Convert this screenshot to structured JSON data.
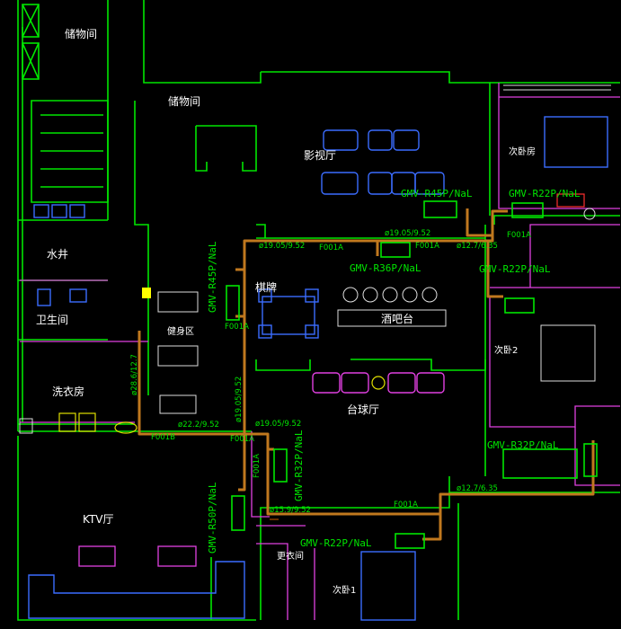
{
  "rooms": {
    "storage1": "储物间",
    "storage2": "储物间",
    "cinema": "影视厅",
    "water_well": "水井",
    "restroom": "卫生间",
    "laundry": "洗衣房",
    "gym": "健身区",
    "chess": "棋牌",
    "bar": "酒吧台",
    "billiards": "台球厅",
    "ktv": "KTV厅",
    "bedroom1": "次卧1",
    "bedroom2": "次卧2",
    "bedroom3": "次卧房",
    "small": "更衣间"
  },
  "units": {
    "r45_top": "GMV-R45P/NaL",
    "r22_top": "GMV-R22P/NaL",
    "r36": "GMV-R36P/NaL",
    "r22_mid": "GMV-R22P/NaL",
    "r45_vert": "GMV-R45P/NaL",
    "r32_right": "GMV-R32P/NaL",
    "r32_vert": "GMV-R32P/NaL",
    "r50_vert": "GMV-R50P/NaL",
    "r22_bottom": "GMV-R22P/NaL"
  },
  "pipes": {
    "p1": "ø19.05/9.52",
    "p2": "ø19.05/9.52",
    "p3": "ø12.7/6.35",
    "p4": "ø19.05/9.52",
    "p5": "ø28.6/12.7",
    "p6": "ø22.2/9.52",
    "p7": "ø19.05/9.52",
    "p8": "ø12.7/6.35",
    "p9": "ø15.9/9.52"
  },
  "fittings": {
    "f1": "F001A",
    "f2": "F001A",
    "f3": "F001A",
    "f4": "F001A",
    "f5": "F001B",
    "f6": "F001A",
    "f7": "F001A",
    "f8": "F001A"
  }
}
